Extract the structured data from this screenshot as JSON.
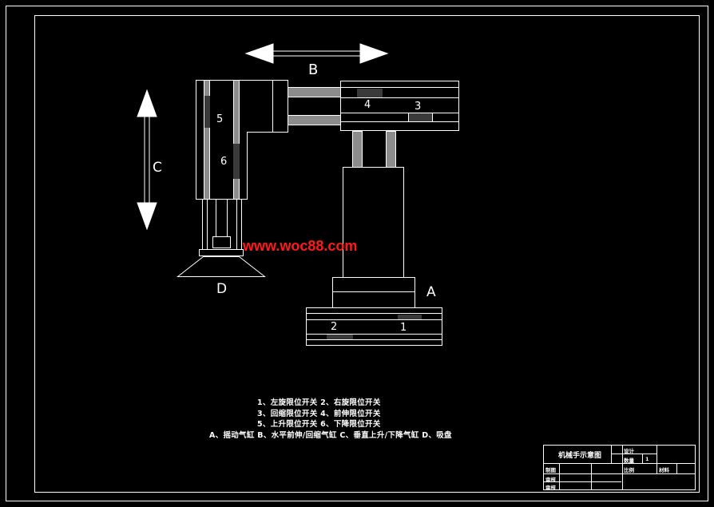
{
  "arrows": {
    "horizontal": "B",
    "vertical": "C"
  },
  "parts": {
    "gripper": "D",
    "base_cylinder": "A"
  },
  "switch_numbers": [
    "1",
    "2",
    "3",
    "4",
    "5",
    "6"
  ],
  "watermark": "www.woc88.com",
  "legend": {
    "line1": "1、左旋限位开关   2、右旋限位开关",
    "line2": "3、回缩限位开关   4、前伸限位开关",
    "line3": "5、上升限位开关   6、下降限位开关",
    "line4": "A、摇动气缸   B、水平前伸/回缩气缸   C、垂直上升/下降气缸   D、吸盘"
  },
  "title_block": {
    "title": "机械手示意图",
    "design": "设计",
    "count_label": "数量",
    "count_value": "1",
    "drawing": "制图",
    "ratio": "比例",
    "material": "材料",
    "check": "审核",
    "review": "审核"
  }
}
